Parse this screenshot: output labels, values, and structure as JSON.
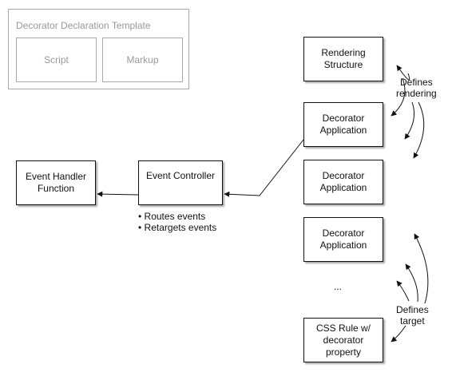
{
  "template": {
    "title": "Decorator Declaration Template",
    "script": "Script",
    "markup": "Markup"
  },
  "boxes": {
    "event_handler_function": "Event Handler\nFunction",
    "event_controller": "Event Controller",
    "rendering_structure": "Rendering\nStructure",
    "decorator_application_1": "Decorator\nApplication",
    "decorator_application_2": "Decorator\nApplication",
    "decorator_application_3": "Decorator\nApplication",
    "css_rule": "CSS Rule w/\ndecorator\nproperty"
  },
  "ellipsis": "...",
  "controller_bullets": [
    "Routes events",
    "Retargets events"
  ],
  "annotations": {
    "defines_rendering": "Defines\nrendering",
    "defines_target": "Defines\ntarget"
  }
}
